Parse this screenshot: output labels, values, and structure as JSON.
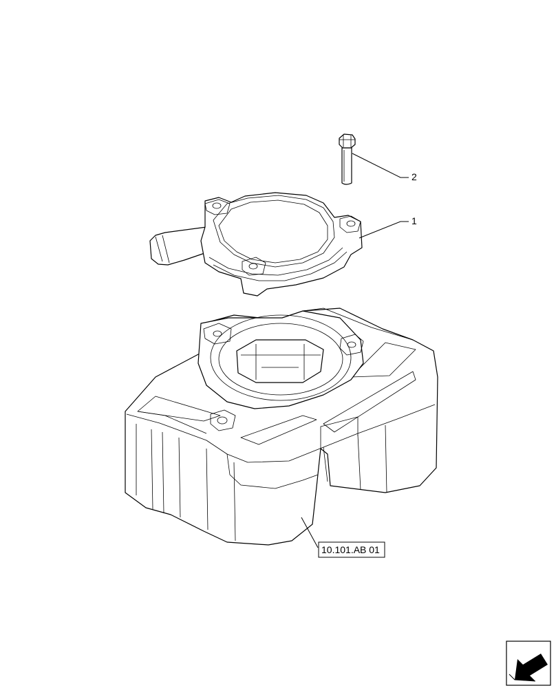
{
  "callouts": {
    "bolt": "2",
    "cover": "1"
  },
  "reference": {
    "label": "10.101.AB 01"
  },
  "icons": {
    "navigation": "arrow-icon"
  }
}
